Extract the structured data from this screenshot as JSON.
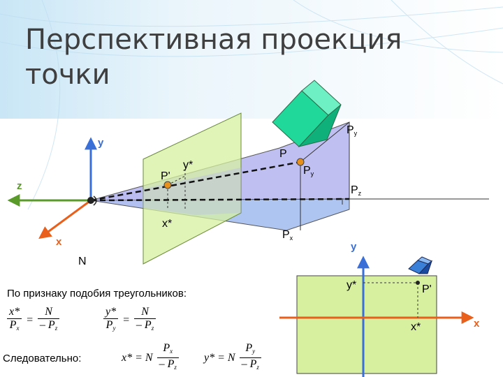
{
  "title": {
    "line1": "Перспективная проекция",
    "line2": "точки"
  },
  "labels3d": {
    "y": "y",
    "z": "z",
    "x": "x",
    "N": "N",
    "P": "P",
    "P_prime": "P'",
    "y_star": "y*",
    "x_star": "x*",
    "Py_top": "P",
    "Py_top_sub": "y",
    "Py_mid": "P",
    "Py_mid_sub": "y",
    "Pz": "P",
    "Pz_sub": "z",
    "Px": "P",
    "Px_sub": "x"
  },
  "labels2d": {
    "y": "y",
    "x": "x",
    "y_star": "y*",
    "x_star": "x*",
    "P_prime": "P'"
  },
  "text": {
    "similarity": "По признаку подобия треугольников:",
    "therefore": "Следовательно:"
  },
  "formulas": {
    "f1": {
      "lhs_num": "x*",
      "lhs_den_a": "P",
      "lhs_den_a_sub": "x",
      "rhs_num": "N",
      "rhs_den": "– P",
      "rhs_den_sub": "z"
    },
    "f2": {
      "lhs_num": "y*",
      "lhs_den_a": "P",
      "lhs_den_a_sub": "y",
      "rhs_num": "N",
      "rhs_den": "– P",
      "rhs_den_sub": "z"
    },
    "f3": {
      "lhs": "x* = N",
      "num": "P",
      "num_sub": "x",
      "den": "– P",
      "den_sub": "z"
    },
    "f4": {
      "lhs": "y* = N",
      "num": "P",
      "num_sub": "y",
      "den": "– P",
      "den_sub": "z"
    }
  },
  "colors": {
    "y_axis": "#3a6fd8",
    "z_axis": "#5a9a2a",
    "x_axis": "#e8601c",
    "plane": "#d7f0a0",
    "wedge": "#b4b4f0",
    "cube": "#1fd89a",
    "orange_point": "#e8901c"
  }
}
